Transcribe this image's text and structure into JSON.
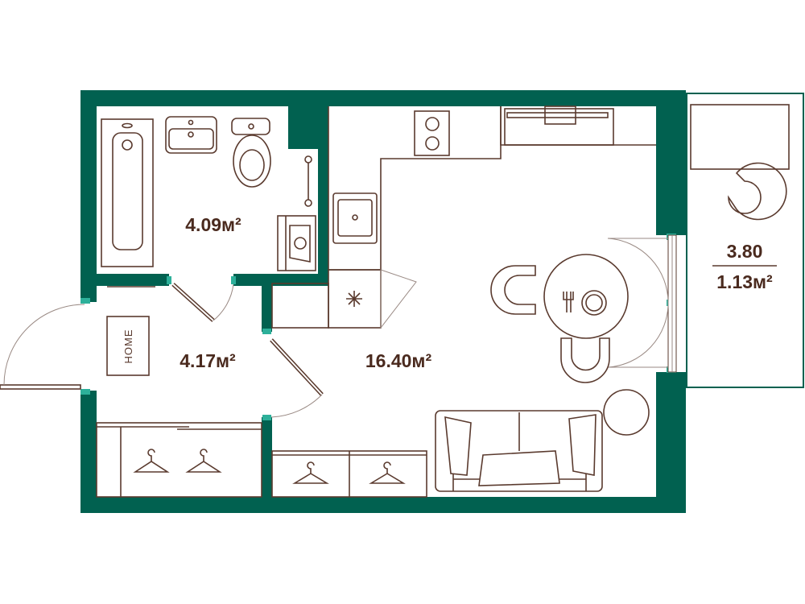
{
  "rooms": {
    "bathroom": {
      "area": "4.09м²"
    },
    "hallway": {
      "area": "4.17м²"
    },
    "living_room": {
      "area": "16.40м²"
    },
    "balcony": {
      "length": "3.80",
      "area": "1.13м²"
    }
  },
  "doormat": {
    "text": "HOME"
  },
  "colors": {
    "wall": "#016150",
    "jamb": "#2db09a",
    "furniture": "#5a3a2e",
    "text": "#4a2a1e"
  }
}
